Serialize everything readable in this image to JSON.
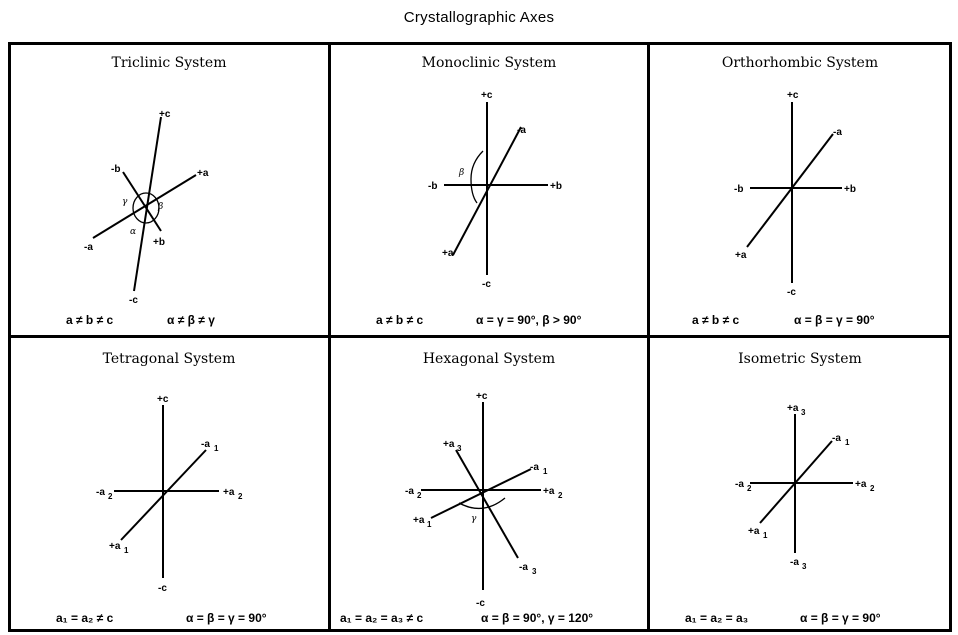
{
  "title": "Crystallographic Axes",
  "panels": [
    {
      "title": "Triclinic System",
      "axis_labels": [
        "+c",
        "-c",
        "+a",
        "-a",
        "+b",
        "-b"
      ],
      "angle_labels": [
        "γ",
        "β",
        "α"
      ],
      "relation_left": "a ≠ b ≠ c",
      "relation_right": "α ≠ β ≠ γ"
    },
    {
      "title": "Monoclinic System",
      "axis_labels": [
        "+c",
        "-c",
        "-a",
        "+a",
        "-b",
        "+b"
      ],
      "angle_labels": [
        "β"
      ],
      "relation_left": "a ≠ b ≠ c",
      "relation_right": "α = γ = 90°, β > 90°"
    },
    {
      "title": "Orthorhombic System",
      "axis_labels": [
        "+c",
        "-c",
        "-a",
        "+a",
        "-b",
        "+b"
      ],
      "relation_left": "a ≠ b ≠ c",
      "relation_right": "α = β = γ = 90°"
    },
    {
      "title": "Tetragonal System",
      "axis_labels": [
        "+c",
        "-c",
        "-a",
        "+a",
        "-a",
        "+a"
      ],
      "axis_subscripts": [
        "",
        "",
        "1",
        "1",
        "2",
        "2"
      ],
      "relation_left": "a₁ = a₂ ≠ c",
      "relation_right": "α = β = γ = 90°"
    },
    {
      "title": "Hexagonal System",
      "axis_labels": [
        "+c",
        "-c",
        "+a",
        "-a",
        "-a",
        "+a",
        "-a",
        "+a"
      ],
      "axis_subscripts": [
        "",
        "",
        "3",
        "1",
        "2",
        "2",
        "3",
        "1"
      ],
      "angle_labels": [
        "γ"
      ],
      "relation_left": "a₁ = a₂ = a₃ ≠ c",
      "relation_right": "α = β = 90°, γ = 120°"
    },
    {
      "title": "Isometric System",
      "axis_labels": [
        "+a",
        "-a",
        "-a",
        "+a",
        "-a",
        "+a"
      ],
      "axis_subscripts": [
        "3",
        "3",
        "1",
        "1",
        "2",
        "2"
      ],
      "relation_left": "a₁ = a₂ = a₃",
      "relation_right": "α = β = γ = 90°"
    }
  ]
}
